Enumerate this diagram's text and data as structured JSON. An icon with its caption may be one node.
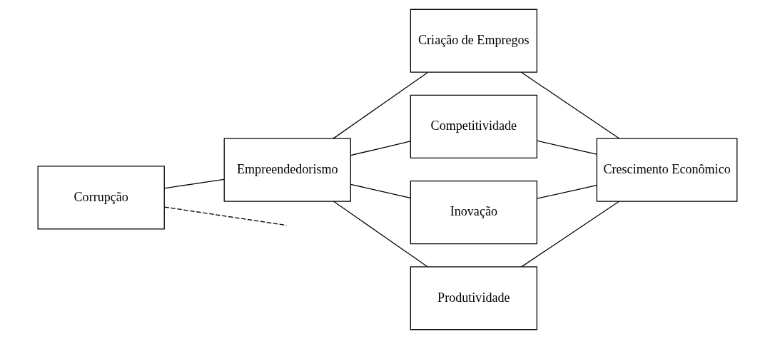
{
  "diagram": {
    "nodes": [
      {
        "text": [
          "Corrupção"
        ]
      },
      {
        "text": [
          "Empreendedorismo"
        ]
      },
      {
        "text": [
          "Criação de Empregos"
        ]
      },
      {
        "text": [
          "Competitividade"
        ]
      },
      {
        "text": [
          "Inovação"
        ]
      },
      {
        "text": [
          "Produtividade"
        ]
      },
      {
        "text": [
          "Crescimento Econômico"
        ]
      }
    ],
    "edges": [
      {
        "from": 0,
        "to": 1,
        "arrow": "none"
      },
      {
        "from": 1,
        "to": 2,
        "arrow": "none"
      },
      {
        "from": 1,
        "to": 3,
        "arrow": "none"
      },
      {
        "from": 1,
        "to": 4,
        "arrow": "none"
      },
      {
        "from": 1,
        "to": 5,
        "arrow": "none"
      },
      {
        "from": 2,
        "to": 6,
        "arrow": "none"
      },
      {
        "from": 3,
        "to": 6,
        "arrow": "none"
      },
      {
        "from": 4,
        "to": 6,
        "arrow": "none"
      },
      {
        "from": 5,
        "to": 6,
        "arrow": "none"
      },
      {
        "from": 0,
        "to": null,
        "arrow": "none",
        "style": "dashed"
      }
    ]
  }
}
